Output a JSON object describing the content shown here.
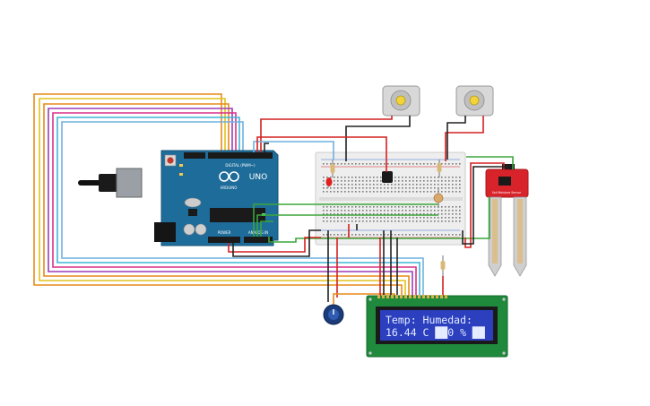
{
  "arduino": {
    "brand": "ARDUINO",
    "model": "UNO",
    "power_label": "POWER",
    "analog_label": "ANALOG IN",
    "digital_label": "DIGITAL (PWM~)"
  },
  "lcd": {
    "line1": "Temp: Humedad:",
    "line2": "16.44 C ██0 % ██",
    "bg_color": "#2b3fbf",
    "text_color": "#e6ecff",
    "pcb_color": "#1f8a3c"
  },
  "soil_sensor": {
    "label": "Soil Moisture Sensor"
  },
  "colors": {
    "arduino_blue": "#1e6c9a",
    "wire_red": "#d42020",
    "wire_black": "#222222",
    "wire_green": "#3aa63a",
    "wire_orange": "#e88a1a",
    "wire_yellow": "#e3c21a",
    "wire_purple": "#9b3fb6",
    "wire_pink": "#d8308a",
    "wire_cyan": "#3fb6d6",
    "wire_lightblue": "#6fb0e0"
  }
}
